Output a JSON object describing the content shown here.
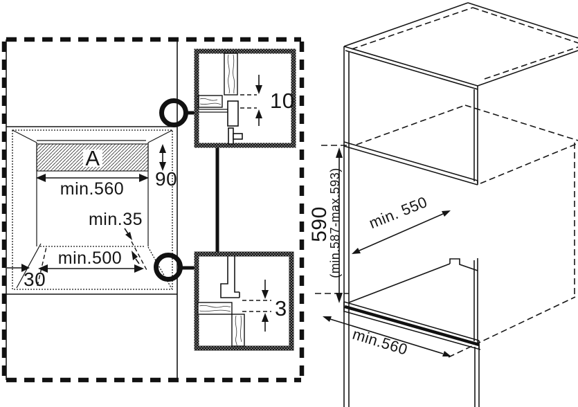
{
  "diagram": {
    "type": "built-in-oven-installation-diagram",
    "colors": {
      "line": "#151515",
      "background": "#ffffff"
    },
    "front_view": {
      "recess_label": "A",
      "recess_height": "90",
      "opening_width": "min.560",
      "rear_clearance": "min.35",
      "base_width": "min.500",
      "plinth_depth": "30"
    },
    "detail_top": {
      "gap": "10"
    },
    "detail_bottom": {
      "gap": "3"
    },
    "isometric_view": {
      "niche_height": "590",
      "niche_height_range": "(min.587-max.593)",
      "niche_depth": "min. 550",
      "niche_width": "min.560"
    }
  }
}
